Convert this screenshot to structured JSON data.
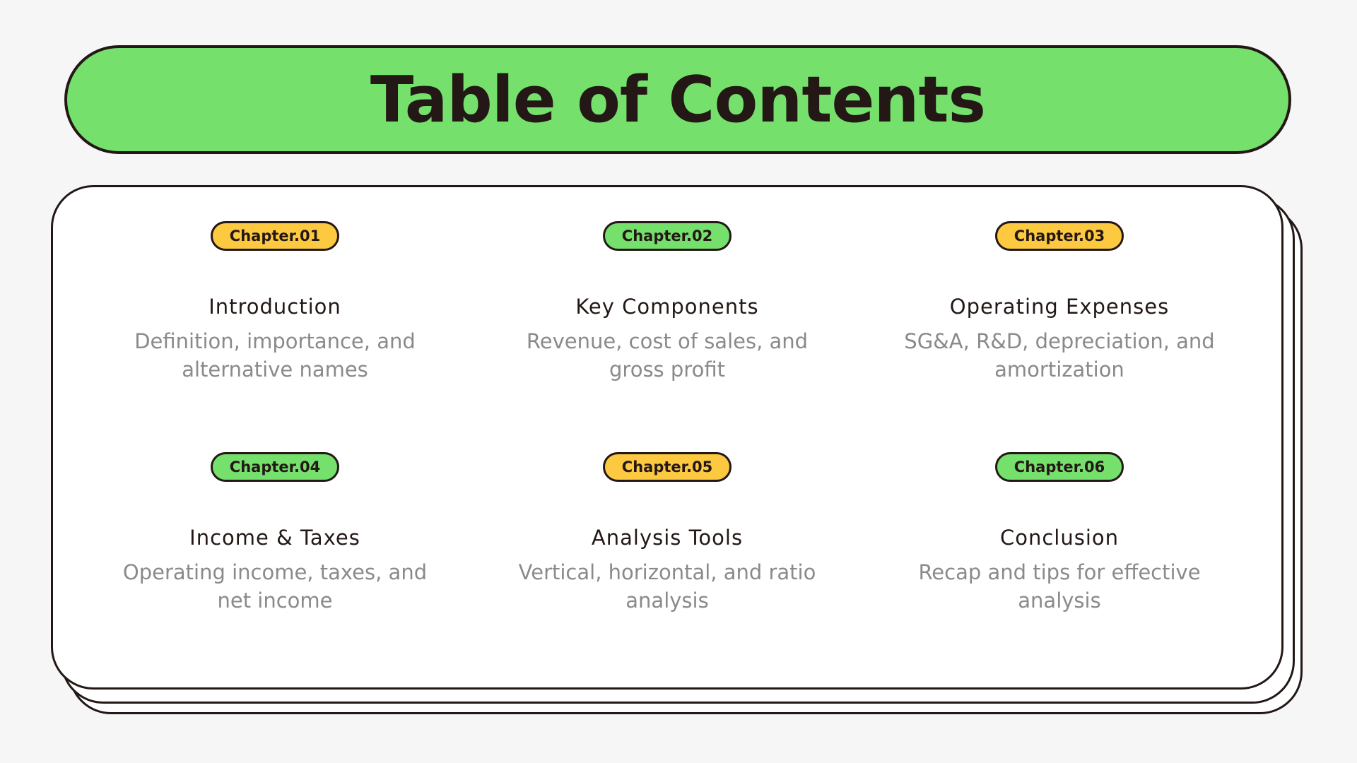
{
  "title": "Table of Contents",
  "colors": {
    "green": "#75e06c",
    "yellow": "#fdc940",
    "outline": "#231815",
    "description": "#8a8a8a",
    "background": "#f6f6f6"
  },
  "chapters": [
    {
      "badge": "Chapter.01",
      "badge_color": "yellow",
      "title": "Introduction",
      "description": "Definition, importance, and alternative names"
    },
    {
      "badge": "Chapter.02",
      "badge_color": "green",
      "title": "Key Components",
      "description": "Revenue, cost of sales, and gross profit"
    },
    {
      "badge": "Chapter.03",
      "badge_color": "yellow",
      "title": "Operating Expenses",
      "description": "SG&A, R&D, depreciation, and amortization"
    },
    {
      "badge": "Chapter.04",
      "badge_color": "green",
      "title": "Income & Taxes",
      "description": "Operating income, taxes, and net income"
    },
    {
      "badge": "Chapter.05",
      "badge_color": "yellow",
      "title": "Analysis Tools",
      "description": "Vertical, horizontal, and ratio analysis"
    },
    {
      "badge": "Chapter.06",
      "badge_color": "green",
      "title": "Conclusion",
      "description": "Recap and tips for effective analysis"
    }
  ]
}
